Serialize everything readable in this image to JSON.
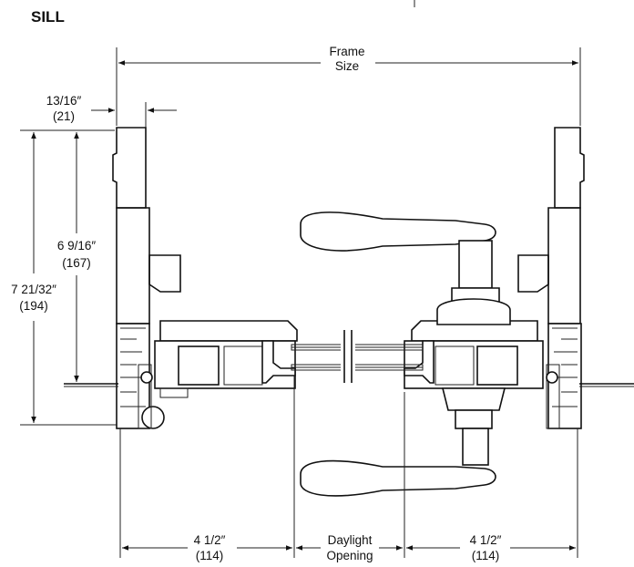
{
  "title": "SILL",
  "dimensions": {
    "frame_size": [
      "Frame",
      "Size"
    ],
    "jamb_width": [
      "13/16″",
      "(21)"
    ],
    "overall_height": [
      "7 21/32″",
      "(194)"
    ],
    "inner_height": [
      "6 9/16″",
      "(167)"
    ],
    "left_sash": [
      "4 1/2″",
      "(114)"
    ],
    "daylight": [
      "Daylight",
      "Opening"
    ],
    "right_sash": [
      "4 1/2″",
      "(114)"
    ]
  }
}
